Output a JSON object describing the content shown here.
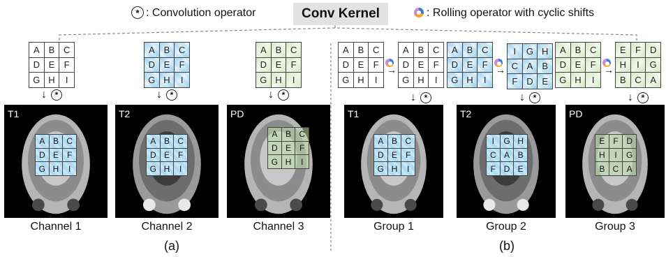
{
  "header": {
    "conv_legend": "Convolution operator",
    "title": "Conv Kernel",
    "roll_legend": "Rolling operator with cyclic shifts",
    "conv_symbol": "*",
    "legend_sep": ":"
  },
  "kernel": [
    "A",
    "B",
    "C",
    "D",
    "E",
    "F",
    "G",
    "H",
    "I"
  ],
  "panel_a": {
    "label": "(a)",
    "channels": [
      {
        "scan_tag": "T1",
        "caption": "Channel 1"
      },
      {
        "scan_tag": "T2",
        "caption": "Channel 2"
      },
      {
        "scan_tag": "PD",
        "caption": "Channel 3"
      }
    ]
  },
  "panel_b": {
    "label": "(b)",
    "groups": [
      {
        "scan_tag": "T1",
        "caption": "Group 1",
        "shifted": [
          "A",
          "B",
          "C",
          "D",
          "E",
          "F",
          "G",
          "H",
          "I"
        ]
      },
      {
        "scan_tag": "T2",
        "caption": "Group 2",
        "shifted": [
          "I",
          "G",
          "H",
          "C",
          "A",
          "B",
          "F",
          "D",
          "E"
        ]
      },
      {
        "scan_tag": "PD",
        "caption": "Group 3",
        "shifted": [
          "E",
          "F",
          "D",
          "H",
          "I",
          "G",
          "B",
          "C",
          "A"
        ]
      }
    ]
  },
  "colors": {
    "blue_kernel": "#bfe2f3",
    "green_kernel": "#d4ebc6",
    "title_bg": "#e2e2e2",
    "divider": "#888888"
  }
}
